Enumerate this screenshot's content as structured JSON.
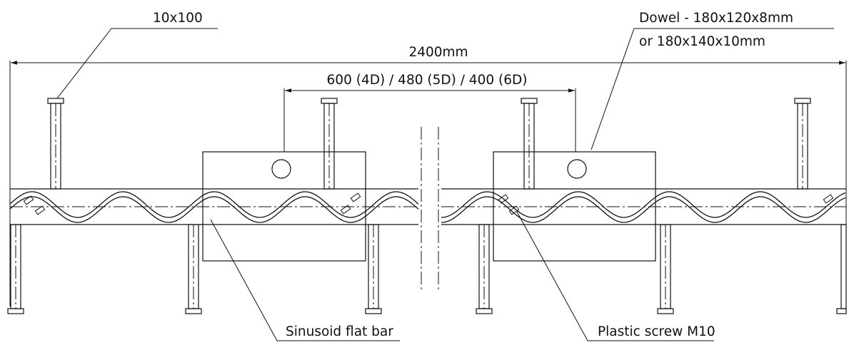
{
  "labels": {
    "bolt_size": "10x100",
    "dowel_line1": "Dowel -  180x120x8mm",
    "dowel_line2": "or 180x140x10mm",
    "total_length": "2400mm",
    "spacing": "600 (4D) / 480 (5D) / 400 (6D)",
    "sinusoid": "Sinusoid flat bar",
    "plastic_screw": "Plastic screw M10"
  },
  "colors": {
    "line": "#111111",
    "background": "#ffffff"
  }
}
